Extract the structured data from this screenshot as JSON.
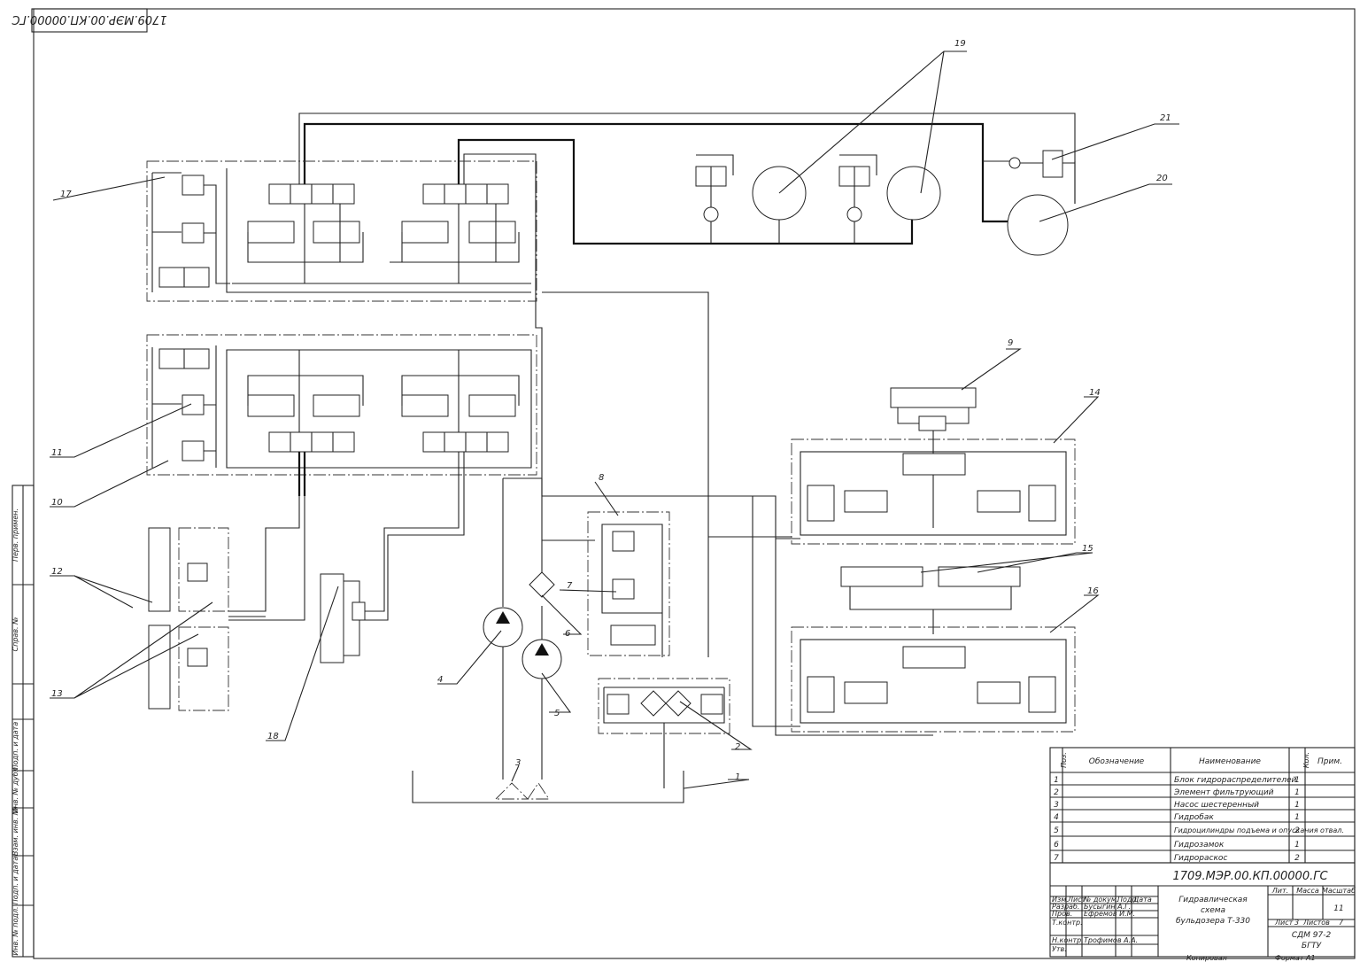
{
  "drawing": {
    "stamp_code_rotated": "1709.МЭР.00.КП.00000.ГС",
    "callouts": [
      "1",
      "2",
      "3",
      "4",
      "5",
      "6",
      "7",
      "8",
      "9",
      "10",
      "11",
      "12",
      "13",
      "14",
      "15",
      "16",
      "17",
      "18",
      "19",
      "20",
      "21"
    ]
  },
  "side_strip": {
    "cells": [
      "Перв. примен.",
      "Справ. №",
      "Подп. и дата",
      "Инв. № дубл.",
      "Взам. инв. №",
      "Подп. и дата",
      "Инв. № подл."
    ]
  },
  "spec_table": {
    "headers": [
      "Поз.",
      "Обозначение",
      "Наименование",
      "Кол.",
      "Прим."
    ],
    "rows": [
      {
        "pos": "1",
        "name": "Блок гидрораспределителей",
        "qty": "1"
      },
      {
        "pos": "2",
        "name": "Элемент фильтрующий",
        "qty": "1"
      },
      {
        "pos": "3",
        "name": "Насос шестеренный",
        "qty": "1"
      },
      {
        "pos": "4",
        "name": "Гидробак",
        "qty": "1"
      },
      {
        "pos": "5",
        "name": "Гидроцилиндры подъема и опускания отвал.",
        "qty": "2"
      },
      {
        "pos": "6",
        "name": "Гидрозамок",
        "qty": "1"
      },
      {
        "pos": "7",
        "name": "Гидрораскос",
        "qty": "2"
      }
    ]
  },
  "title_block": {
    "doc_code": "1709.МЭР.00.КП.00000.ГС",
    "title_lines": [
      "Гидравлическая",
      "схема",
      "бульдозера Т-330"
    ],
    "col_lit": "Лит.",
    "col_mass": "Масса",
    "col_scale": "Масштаб",
    "scale_value": "11",
    "sheet_label": "Лист",
    "sheet_value": "3",
    "sheets_label": "Листов",
    "sheets_value": "7",
    "org_lines": [
      "СДМ 97-2",
      "БГТУ"
    ],
    "roles": [
      "Изм.",
      "Лист",
      "№ докум.",
      "Подп.",
      "Дата"
    ],
    "people": [
      {
        "role": "Разраб.",
        "name": "Бусыгин А.Г."
      },
      {
        "role": "Пров.",
        "name": "Ефремов И.М."
      },
      {
        "role": "Т.контр.",
        "name": ""
      },
      {
        "role": "Н.контр.",
        "name": "Трофимов А.А."
      },
      {
        "role": "Утв.",
        "name": ""
      }
    ],
    "footer_left": "Копировал",
    "footer_right": "Формат А1"
  }
}
